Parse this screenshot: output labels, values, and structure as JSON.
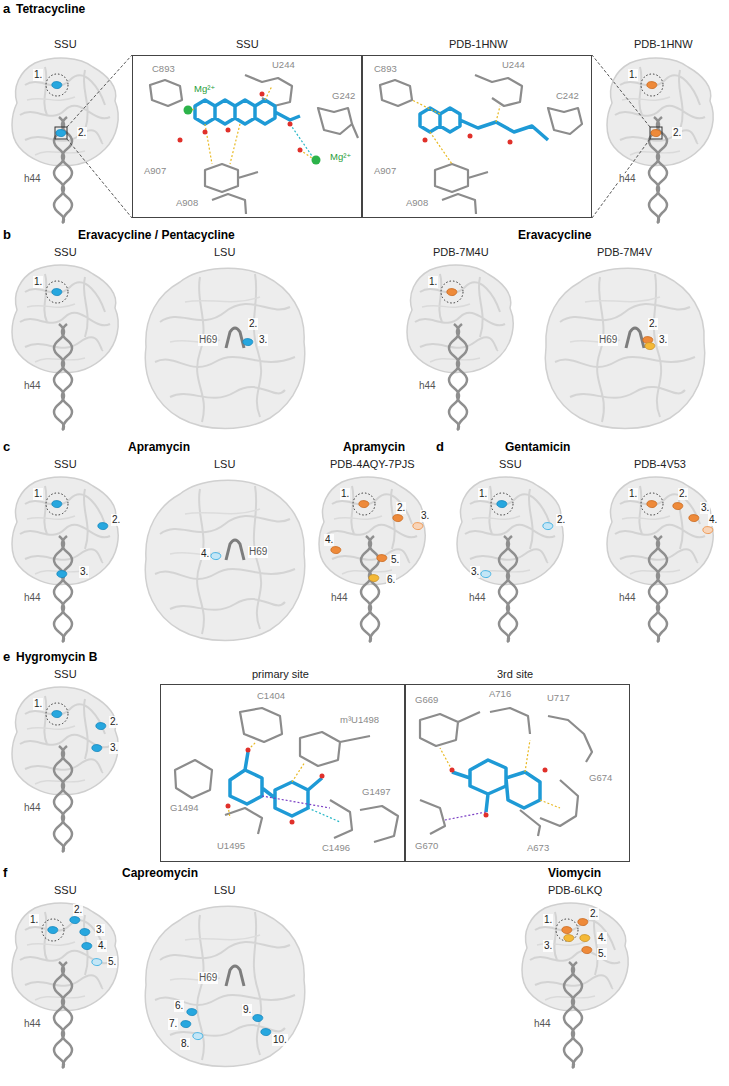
{
  "diagram": {
    "nodes": [
      {
        "text": [
          "C893",
          "U244",
          "G242",
          "Mg²⁺",
          "Mg²⁺",
          "A907",
          "A908"
        ]
      },
      {
        "text": [
          "C893",
          "U244",
          "C242",
          "A907",
          "A908"
        ]
      },
      {
        "text": [
          "C1404",
          "m³U1498",
          "G1494",
          "U1495",
          "G1497",
          "C1496"
        ]
      },
      {
        "text": [
          "G669",
          "A716",
          "U717",
          "G674",
          "A673",
          "G670"
        ]
      }
    ],
    "labels": [
      "a",
      "Tetracycline",
      "SSU",
      "SSU",
      "PDB-1HNW",
      "PDB-1HNW",
      "1.",
      "2.",
      "h44",
      "1.",
      "2.",
      "h44",
      "b",
      "Eravacycline / Pentacycline",
      "Eravacycline",
      "SSU",
      "LSU",
      "PDB-7M4U",
      "PDB-7M4V",
      "1.",
      "h44",
      "H69",
      "2.",
      "3.",
      "1.",
      "h44",
      "H69",
      "2.",
      "3.",
      "c",
      "Apramycin",
      "Apramycin",
      "SSU",
      "LSU",
      "PDB-4AQY-7PJS",
      "1.",
      "2.",
      "3.",
      "h44",
      "4.",
      "H69",
      "1.",
      "2.",
      "3.",
      "4.",
      "5.",
      "6.",
      "h44",
      "d",
      "Gentamicin",
      "SSU",
      "PDB-4V53",
      "1.",
      "2.",
      "3.",
      "h44",
      "1.",
      "2.",
      "3.",
      "4.",
      "h44",
      "e",
      "Hygromycin B",
      "SSU",
      "primary site",
      "3rd site",
      "1.",
      "2.",
      "3.",
      "h44",
      "f",
      "Capreomycin",
      "Viomycin",
      "SSU",
      "LSU",
      "PDB-6LKQ",
      "1.",
      "2.",
      "3.",
      "4.",
      "5.",
      "h44",
      "6.",
      "7.",
      "8.",
      "9.",
      "10.",
      "H69",
      "1.",
      "2.",
      "3.",
      "4.",
      "5.",
      "h44"
    ]
  }
}
